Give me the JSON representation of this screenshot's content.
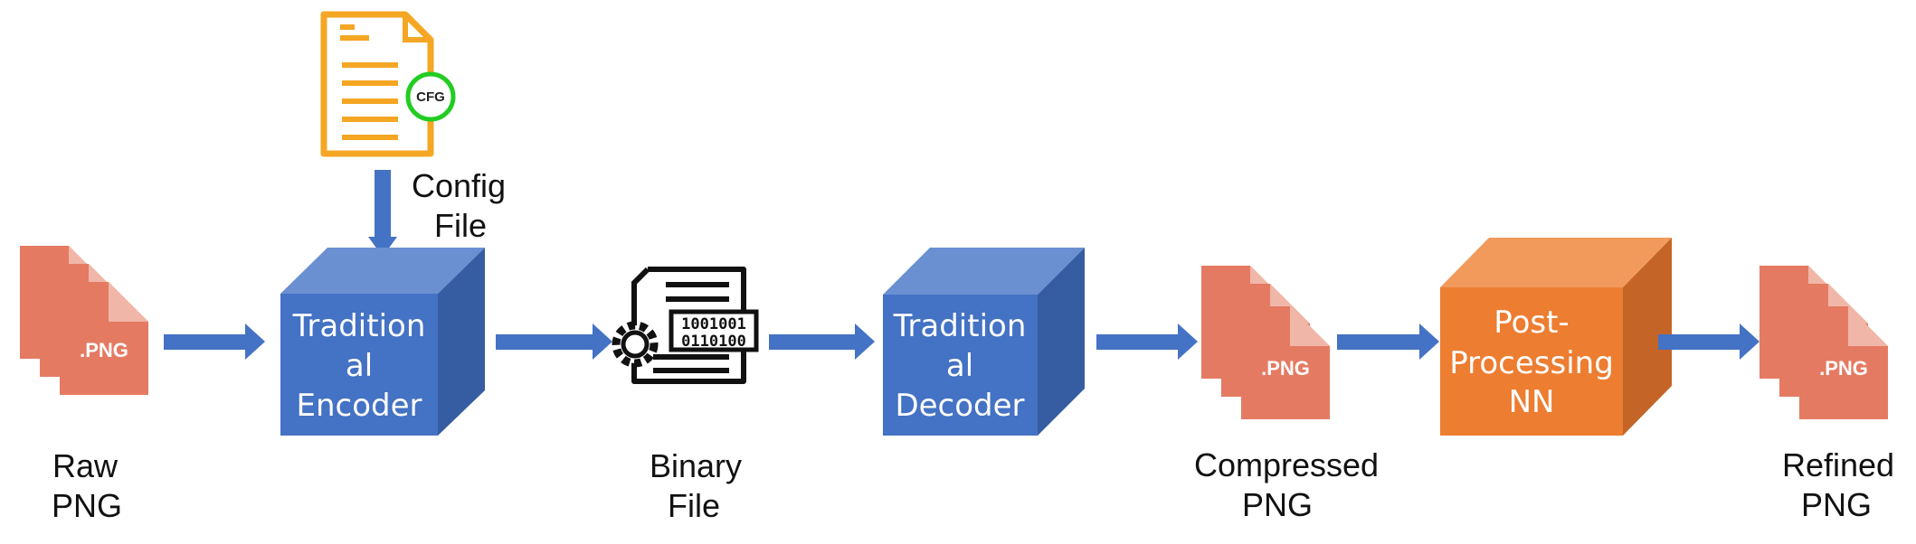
{
  "colors": {
    "png_file": "#e57a62",
    "png_fold": "#f0b7a8",
    "cube_blue_front": "#4472c4",
    "cube_blue_top": "#6a90d2",
    "cube_blue_side": "#365da1",
    "cube_orange_front": "#ed7d31",
    "cube_orange_top": "#f19a5c",
    "cube_orange_side": "#c46527",
    "arrow": "#4472c4",
    "config_doc": "#f5a623",
    "cfg_ring": "#22cc22"
  },
  "raw_png": {
    "file_label": ".PNG",
    "caption_line1": "Raw",
    "caption_line2": "PNG"
  },
  "config": {
    "badge": "CFG",
    "caption_line1": "Config",
    "caption_line2": "File"
  },
  "encoder": {
    "line1": "Tradition",
    "line2": "al",
    "line3": "Encoder"
  },
  "binary": {
    "caption_line1": "Binary",
    "caption_line2": "File"
  },
  "decoder": {
    "line1": "Tradition",
    "line2": "al",
    "line3": "Decoder"
  },
  "compressed_png": {
    "file_label": ".PNG",
    "caption_line1": "Compressed",
    "caption_line2": "PNG"
  },
  "postproc": {
    "line1": "Post-",
    "line2": "Processing",
    "line3": "NN"
  },
  "refined_png": {
    "file_label": ".PNG",
    "caption_line1": "Refined",
    "caption_line2": "PNG"
  }
}
